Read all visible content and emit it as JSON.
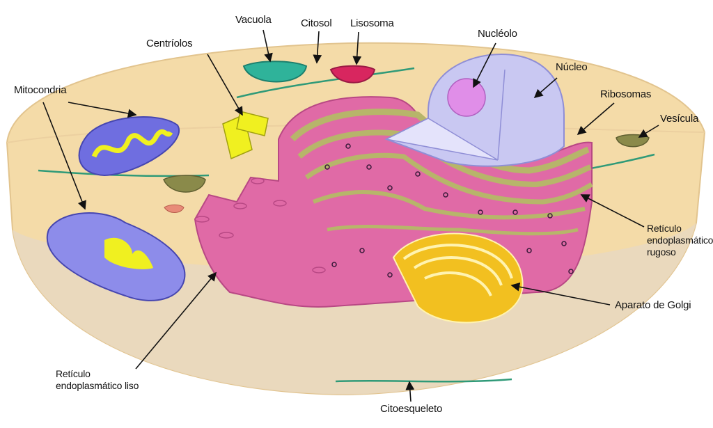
{
  "labels": {
    "vacuola": "Vacuola",
    "citosol": "Citosol",
    "lisosoma": "Lisosoma",
    "nucleolo": "Nucléolo",
    "nucleo": "Núcleo",
    "centriolos": "Centríolos",
    "mitocondria": "Mitocondria",
    "ribosomas": "Ribosomas",
    "vesicula": "Vesícula",
    "rer_1": "Retículo",
    "rer_2": "endoplasmático",
    "rer_3": "rugoso",
    "golgi": "Aparato de Golgi",
    "rel_1": "Retículo",
    "rel_2": "endoplasmático liso",
    "citoesqueleto": "Citoesqueleto"
  },
  "colors": {
    "cytoplasm": "#f4dba8",
    "cut_surface": "#e9d8bf",
    "er": "#e06aa6",
    "nucleus": "#c9c8f2",
    "golgi": "#f2c020",
    "mitochondria": "#6f6ee0",
    "vacuole": "#2fb39a",
    "lysosome": "#d8265f"
  }
}
